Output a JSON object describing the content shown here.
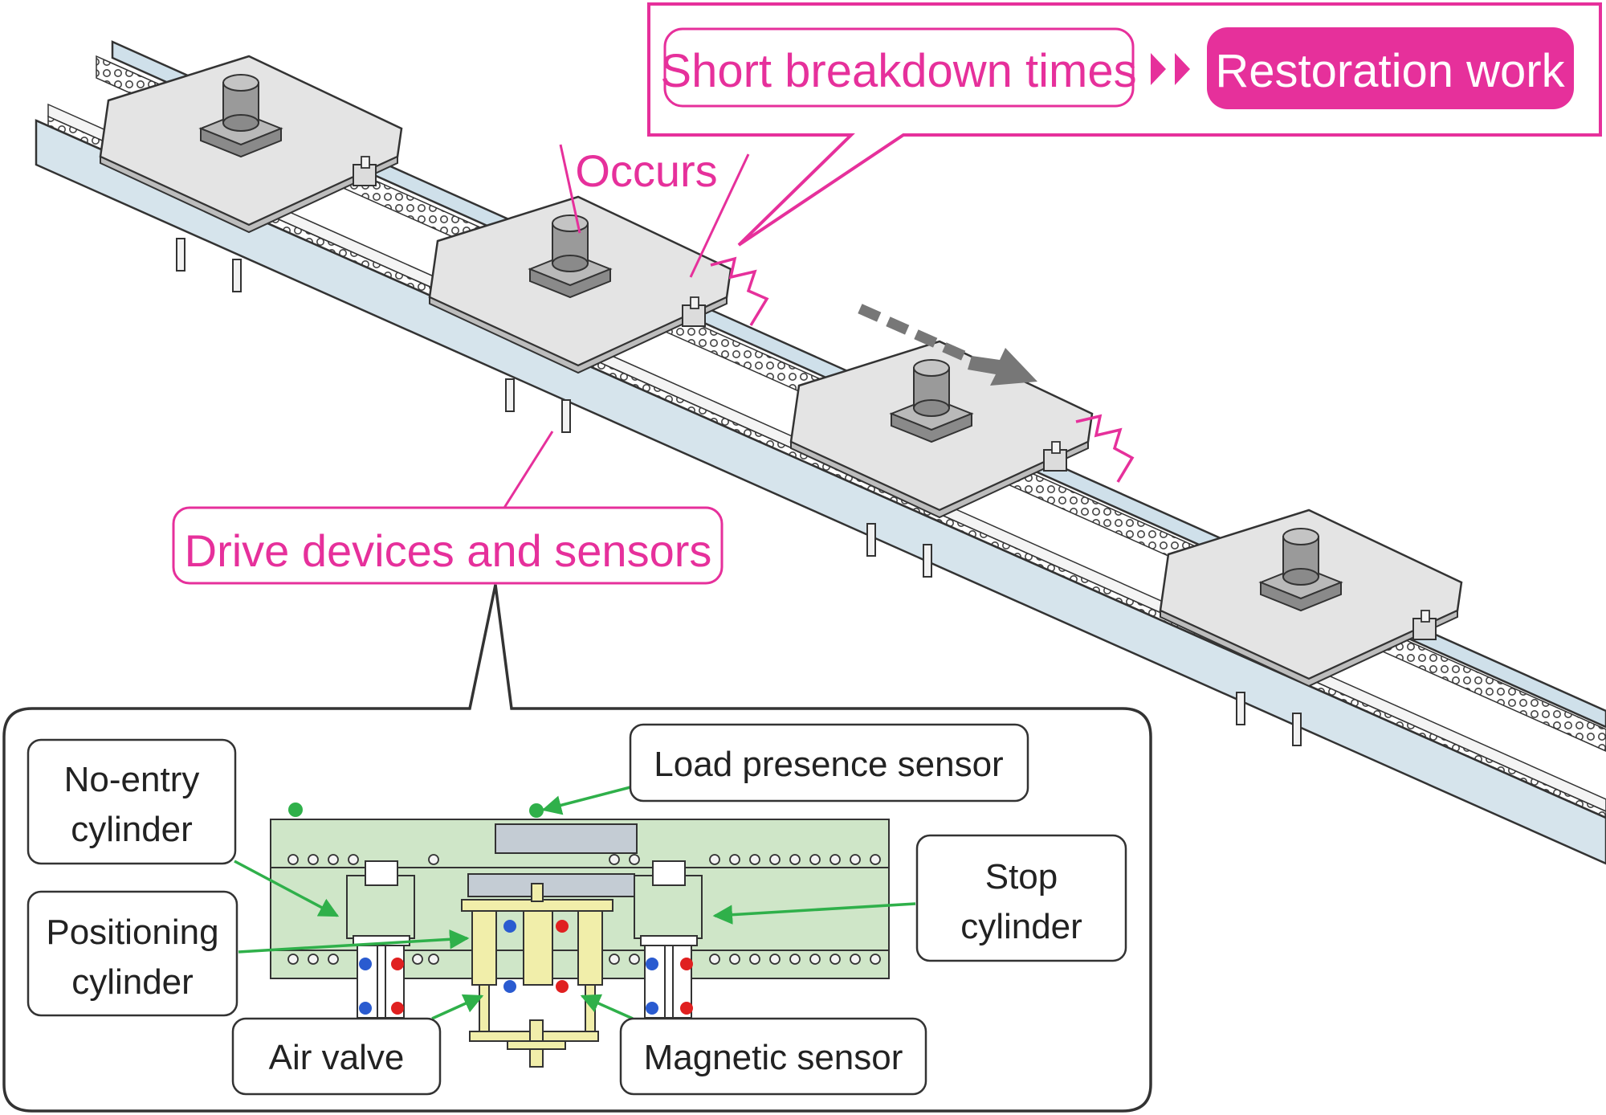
{
  "callout": {
    "short_breakdown": "Short breakdown times",
    "restoration": "Restoration work",
    "accent": "#e6309b"
  },
  "conveyor": {
    "occurs": "Occurs",
    "drive_devices": "Drive devices and sensors",
    "direction_arrow": "direction-arrow"
  },
  "detail": {
    "no_entry_1": "No-entry",
    "no_entry_2": "cylinder",
    "positioning_1": "Positioning",
    "positioning_2": "cylinder",
    "load_presence": "Load presence sensor",
    "stop_1": "Stop",
    "stop_2": "cylinder",
    "air_valve": "Air valve",
    "magnetic_sensor": "Magnetic sensor"
  },
  "colors": {
    "magenta": "#e6309b",
    "rail": "#d6e4ec",
    "pallet": "#e3e3e3",
    "board": "#cfe6c8",
    "cylinder": "#f1eeaa",
    "leader": "#2fb04a",
    "sensor_blue": "#2a5bd0",
    "sensor_red": "#e02020"
  }
}
